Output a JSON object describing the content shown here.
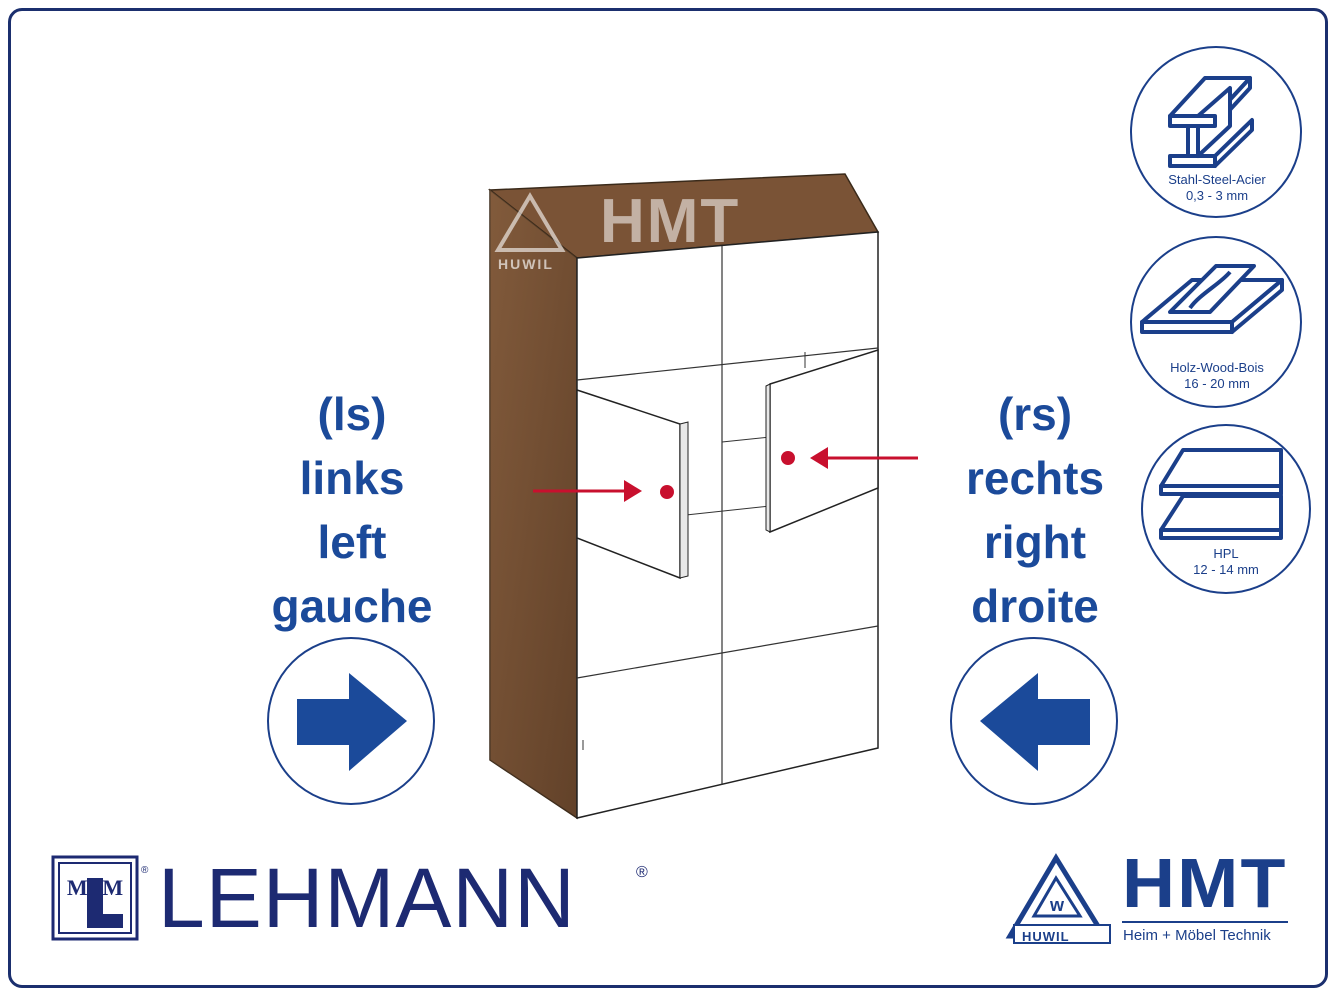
{
  "left_side": {
    "code": "(ls)",
    "de": "links",
    "en": "left",
    "fr": "gauche",
    "arrow_icon": "arrow-right-icon"
  },
  "right_side": {
    "code": "(rs)",
    "de": "rechts",
    "en": "right",
    "fr": "droite",
    "arrow_icon": "arrow-left-icon"
  },
  "materials": [
    {
      "name": "Stahl-Steel-Acier",
      "range": "0,3 - 3 mm",
      "icon": "steel-beam-icon"
    },
    {
      "name": "Holz-Wood-Bois",
      "range": "16 - 20 mm",
      "icon": "wood-planks-icon"
    },
    {
      "name": "HPL",
      "range": "12 - 14 mm",
      "icon": "hpl-panels-icon"
    }
  ],
  "brands": {
    "lehmann": {
      "logo_letters": "MLM",
      "name": "LEHMANN",
      "registered": "®"
    },
    "hmt": {
      "name": "HMT",
      "tagline": "Heim + Möbel Technik",
      "huwil": "HUWIL",
      "w": "w"
    }
  },
  "watermark": {
    "hmt": "HMT",
    "huwil": "HUWIL"
  },
  "colors": {
    "brand_blue": "#1b3f8a",
    "label_blue": "#1b4a9a",
    "lehmann_navy": "#1d2a72",
    "wood": "#7a5336",
    "marker_red": "#c8102e"
  }
}
